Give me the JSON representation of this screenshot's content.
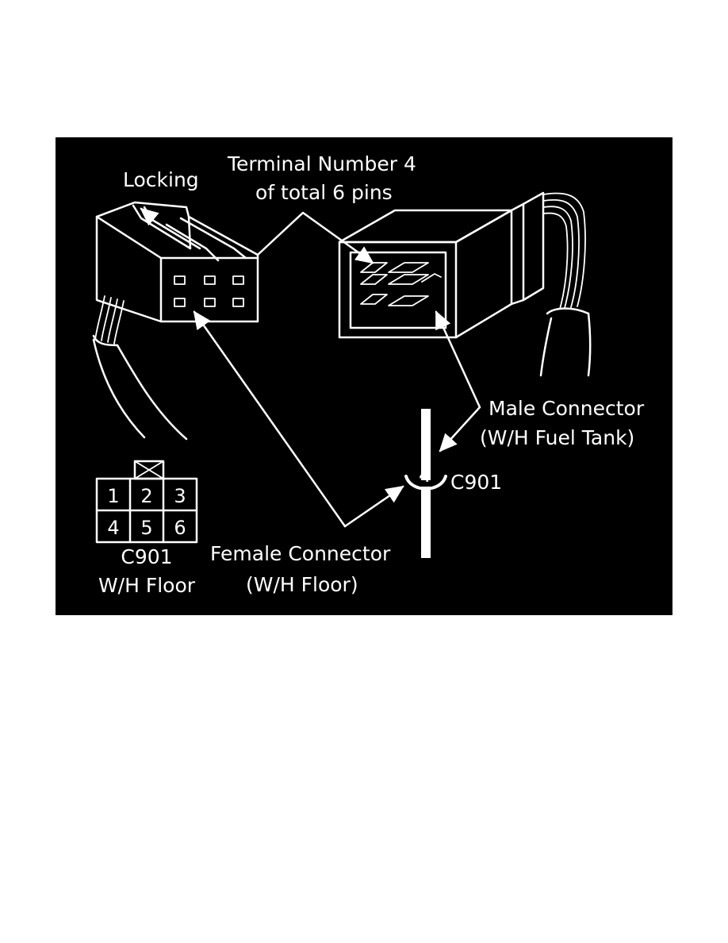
{
  "labels": {
    "locking": "Locking",
    "terminal_line1": "Terminal Number 4",
    "terminal_line2": "of total 6 pins",
    "male_line1": "Male Connector",
    "male_line2": "(W/H Fuel Tank)",
    "connector_id": "C901",
    "female_line1": "Female Connector",
    "female_line2": "(W/H Floor)",
    "pinout_id": "C901",
    "pinout_harness": "W/H Floor",
    "symbol_terminal": "4"
  },
  "pinout": {
    "rows": [
      [
        "1",
        "2",
        "3"
      ],
      [
        "4",
        "5",
        "6"
      ]
    ]
  },
  "colors": {
    "background": "#000000",
    "foreground": "#ffffff",
    "page": "#ffffff"
  }
}
